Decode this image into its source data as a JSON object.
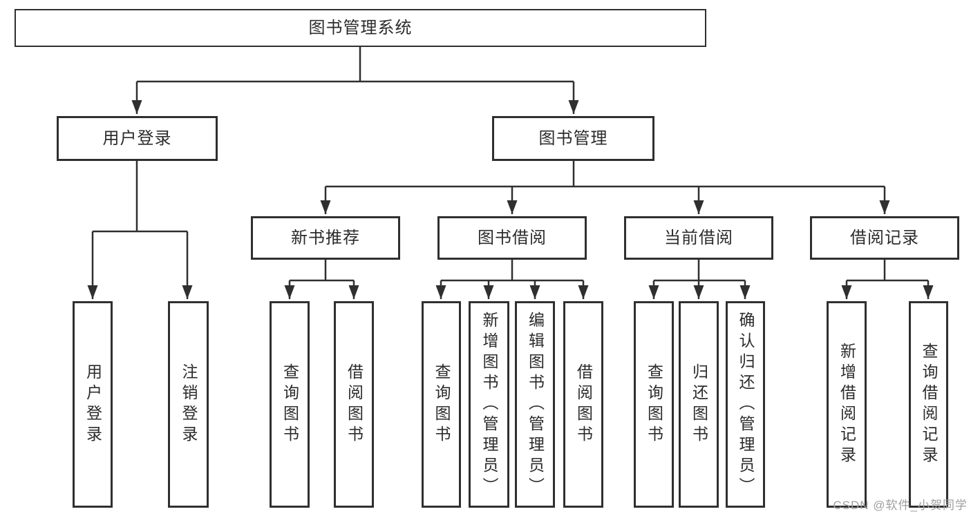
{
  "diagram": {
    "title": "图书管理系统",
    "type": "hierarchy-tree",
    "levels": 4
  },
  "nodes": {
    "root": {
      "label": "图书管理系统"
    },
    "user_login": {
      "label": "用户登录"
    },
    "book_mgmt": {
      "label": "图书管理"
    },
    "new_book_rec": {
      "label": "新书推荐"
    },
    "book_borrow": {
      "label": "图书借阅"
    },
    "current_borrow": {
      "label": "当前借阅"
    },
    "borrow_records": {
      "label": "借阅记录"
    },
    "leaf_user_login": {
      "label": "用户登录"
    },
    "leaf_logout": {
      "label": "注销登录"
    },
    "leaf_query_1": {
      "label": "查询图书"
    },
    "leaf_borrow_1": {
      "label": "借阅图书"
    },
    "leaf_query_2": {
      "label": "查询图书"
    },
    "leaf_add_book": {
      "label": "新增图书（管理员）"
    },
    "leaf_edit_book": {
      "label": "编辑图书（管理员）"
    },
    "leaf_borrow_2": {
      "label": "借阅图书"
    },
    "leaf_query_3": {
      "label": "查询图书"
    },
    "leaf_return_book": {
      "label": "归还图书"
    },
    "leaf_confirm_return": {
      "label": "确认归还（管理员）"
    },
    "leaf_add_record": {
      "label": "新增借阅记录"
    },
    "leaf_query_record": {
      "label": "查询借阅记录"
    }
  },
  "hierarchy": {
    "图书管理系统": {
      "用户登录": [
        "用户登录",
        "注销登录"
      ],
      "图书管理": {
        "新书推荐": [
          "查询图书",
          "借阅图书"
        ],
        "图书借阅": [
          "查询图书",
          "新增图书（管理员）",
          "编辑图书（管理员）",
          "借阅图书"
        ],
        "当前借阅": [
          "查询图书",
          "归还图书",
          "确认归还（管理员）"
        ],
        "借阅记录": [
          "新增借阅记录",
          "查询借阅记录"
        ]
      }
    }
  },
  "watermark": {
    "text": "CSDN @软件_小贺同学"
  },
  "colors": {
    "background": "#ffffff",
    "line": "#2f2f2f",
    "border": "#2f2f2f",
    "text": "#2b2b2b",
    "watermark": "#9e9e9e"
  }
}
